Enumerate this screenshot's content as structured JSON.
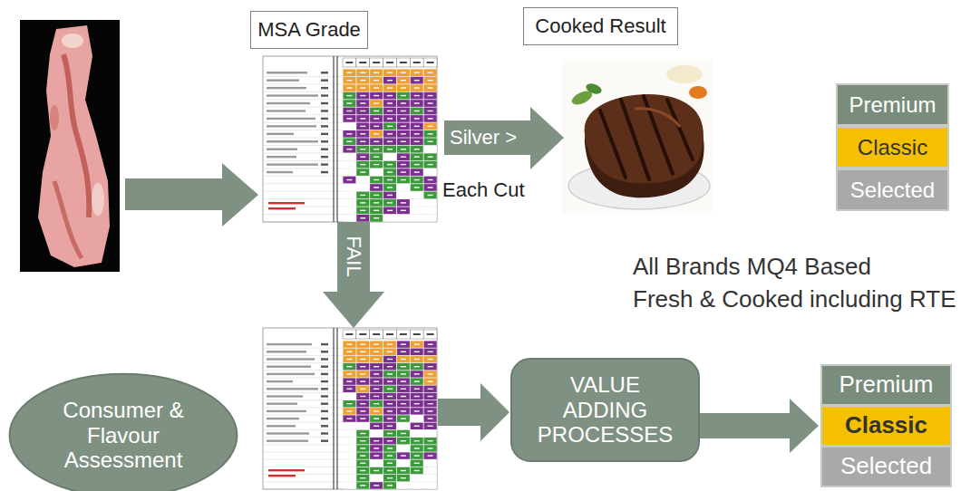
{
  "diagram": {
    "nodes": [
      {
        "text": [
          "MSA Grade"
        ]
      },
      {
        "text": [
          "Cooked Result"
        ]
      },
      {
        "text": [
          "Premium"
        ]
      },
      {
        "text": [
          "Classic"
        ]
      },
      {
        "text": [
          "Selected"
        ]
      },
      {
        "text": [
          "Consumer & Flavour Assessment"
        ]
      },
      {
        "text": [
          "VALUE ADDING PROCESSES"
        ]
      },
      {
        "text": [
          "Premium"
        ]
      },
      {
        "text": [
          "Classic"
        ]
      },
      {
        "text": [
          "Selected"
        ]
      }
    ],
    "edges": [
      {
        "from": 6,
        "to": 8,
        "arrow": "to"
      }
    ],
    "labels": [
      "Silver >",
      "Each Cut",
      "FAIL",
      "All Brands MQ4 Based",
      "Fresh & Cooked including RTE"
    ]
  }
}
